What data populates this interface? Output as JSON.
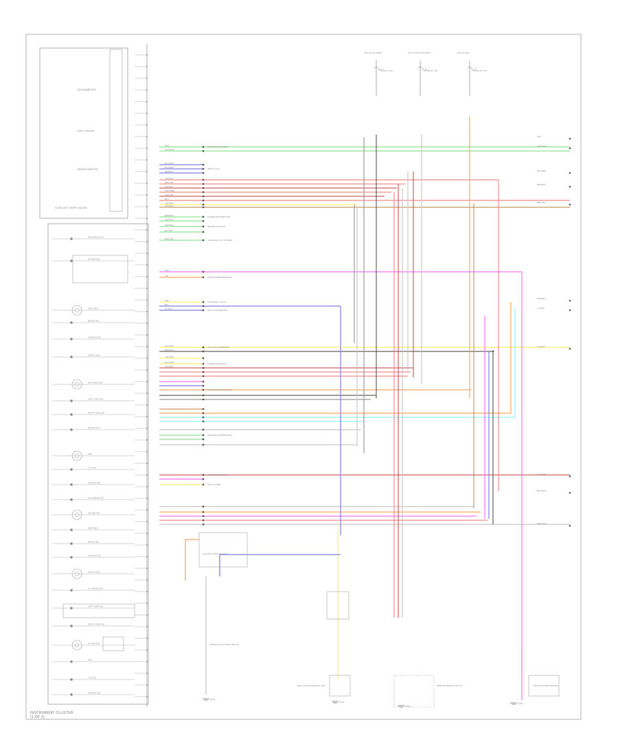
{
  "caption": "INSTRUMENT CLUSTER",
  "caption_sub": "(1 OF 2)",
  "colors": {
    "green": "#8fe08f",
    "red": "#f08a8a",
    "darkred": "#d06060",
    "blue": "#7f7fe8",
    "pink": "#f070f0",
    "orange": "#f8a860",
    "yellow": "#f8f070",
    "cyan": "#8ff0f0",
    "brown": "#c89860",
    "gray": "#9a9a9a",
    "black": "#606060",
    "lightgray": "#c8c8c8"
  },
  "hot_labels": [
    "HOT AT ALL TIMES",
    "HOT IN RUN OR START",
    "HOT IN RUN"
  ],
  "fuses": [
    "FUSE 15 10A",
    "FUSE 32 7.5A",
    "FUSE 10 7.5A"
  ],
  "cluster_labels": [
    "TACHOMETER",
    "FUEL GAUGE",
    "SPEEDOMETER",
    "COOLANT TEMP GAUGE"
  ],
  "indicator_labels": [
    "HIGH BEAM IND",
    "CRUISE IND",
    "SEAT BELT",
    "BRAKE IND",
    "CHARGE IND",
    "CHECK ENG",
    "OIL PRESS IND",
    "LEFT TURN IND",
    "RIGHT TURN IND",
    "DOOR AJAR",
    "SRS",
    "TCS IND",
    "AIR BAG IND"
  ],
  "wire_colors_left": [
    "GRY",
    "GRN/WHT",
    "BLU/WHT",
    "BLU/RED",
    "RED/BLK",
    "YEL/BLU",
    "BRN/YEL",
    "PNK/BLU",
    "WHT/RED",
    "GRN/YEL",
    "BLU",
    "YEL/RED",
    "ORN/BLK",
    "BRN/BLK",
    "GRY/BLK",
    "WHT/BLU",
    "BLK/YEL",
    "RED/YEL",
    "ORN",
    "YEL",
    "PNK",
    "BLK",
    "LT GRN",
    "BLU/ORN",
    "RED/WHT",
    "YEL/GRN",
    "BLK/ORN",
    "WHT/BLK"
  ],
  "system_labels": [
    "CHARGING SYSTEM",
    "SHIFT LOCK",
    "POWER DISTRIBUTION",
    "CRUISE CONTROL",
    "AUTOMATIC A/T SYSTEM",
    "ENGINE PERFORMANCE",
    "EXTERIOR LIGHTS",
    "ANTI-LOCK BRAKES",
    "KEY LOCK REMINDER",
    "POWER WINDOWS",
    "DATA LINK CONNECTOR",
    "GROUND DISTRIBUTION",
    "WARNING SYSTEMS",
    "SRS SYSTEM"
  ],
  "right_labels": [
    "GRY",
    "GRN/WHT",
    "BLU/RED",
    "RED/BLK",
    "BRN/YEL",
    "ORN/BLU",
    "LT GRN",
    "YEL/BLU",
    "BLU/ORN",
    "BLU/WHT",
    "RED/WHT"
  ],
  "components": [
    "COOLANT TEMP SENSOR",
    "FUEL GAUGE SENDING UNIT",
    "PARKING BRAKE SWITCH",
    "BRAKE FLUID LEVEL SWITCH",
    "OIL PRESSURE SWITCH",
    "VEHICLE SPEED SENSOR"
  ],
  "grounds": [
    "G101",
    "G201",
    "G302",
    "G401"
  ]
}
